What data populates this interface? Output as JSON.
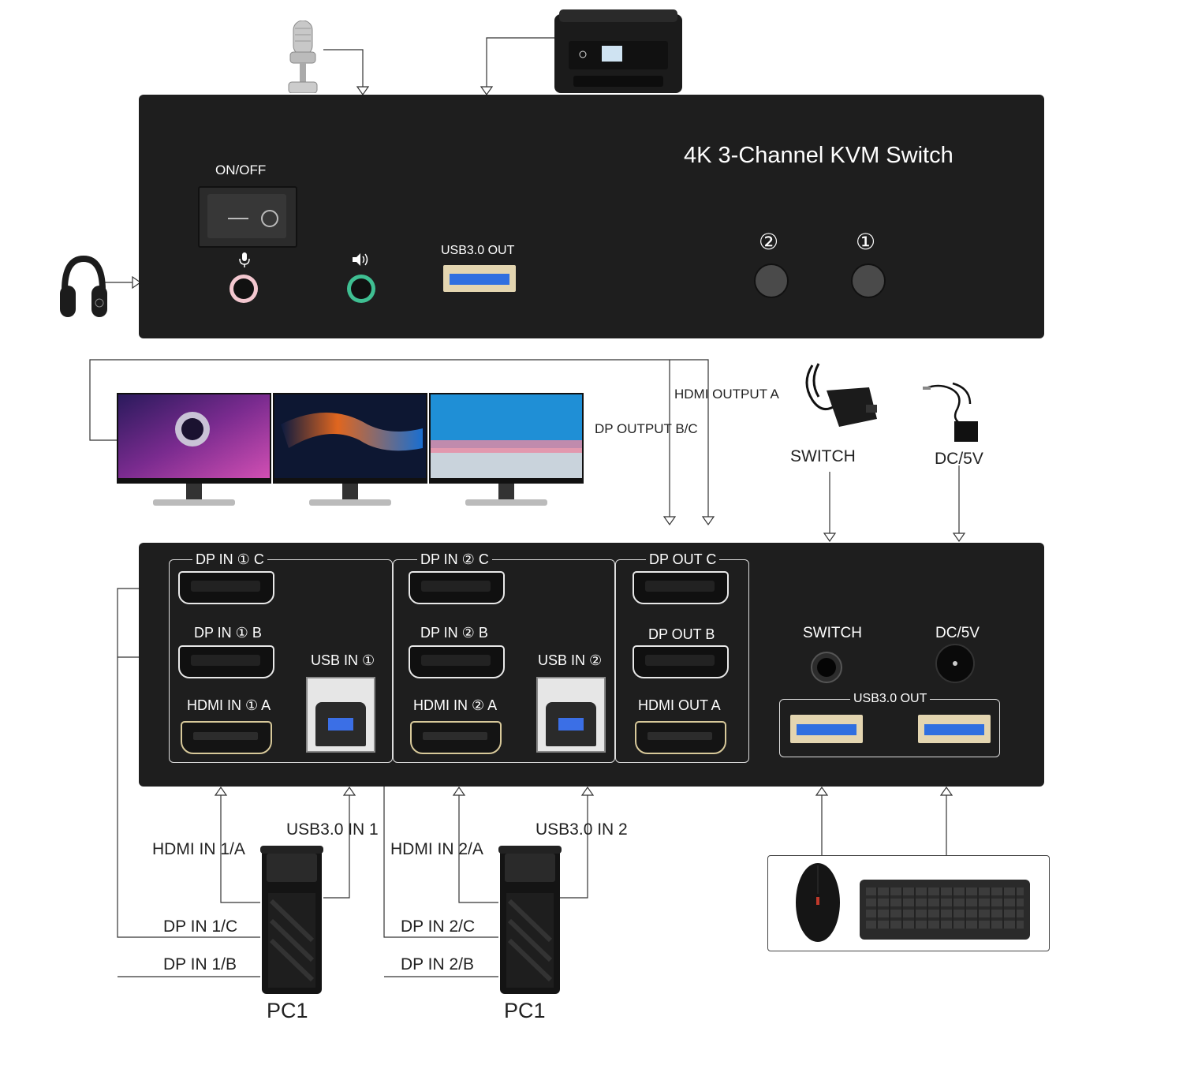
{
  "front_panel": {
    "title": "4K 3-Channel KVM Switch",
    "power_label": "ON/OFF",
    "usb_out_label": "USB3.0 OUT",
    "button_2_label": "②",
    "button_1_label": "①",
    "mic_icon": "microphone-icon",
    "speaker_icon": "speaker-icon"
  },
  "monitor_section": {
    "hdmi_output_label": "HDMI OUTPUT A",
    "dp_output_label": "DP OUTPUT B/C",
    "switch_label": "SWITCH",
    "dc_label": "DC/5V"
  },
  "rear_panel": {
    "pc1": {
      "dp_c": "DP IN ① C",
      "dp_b": "DP IN ① B",
      "hdmi": "HDMI IN ① A",
      "usb": "USB IN ①"
    },
    "pc2": {
      "dp_c": "DP IN ② C",
      "dp_b": "DP IN ② B",
      "hdmi": "HDMI IN ② A",
      "usb": "USB IN ②"
    },
    "output": {
      "dp_c": "DP OUT C",
      "dp_b": "DP OUT B",
      "hdmi": "HDMI OUT A"
    },
    "switch_label": "SWITCH",
    "dc_label": "DC/5V",
    "usb_out_label": "USB3.0 OUT"
  },
  "bottom_labels": {
    "usb_in_1": "USB3.0 IN 1",
    "hdmi_in_1": "HDMI IN 1/A",
    "dp_in_1c": "DP IN 1/C",
    "dp_in_1b": "DP IN 1/B",
    "pc_left": "PC1",
    "usb_in_2": "USB3.0 IN 2",
    "hdmi_in_2": "HDMI IN 2/A",
    "dp_in_2c": "DP IN 2/C",
    "dp_in_2b": "DP IN 2/B",
    "pc_right": "PC1"
  }
}
